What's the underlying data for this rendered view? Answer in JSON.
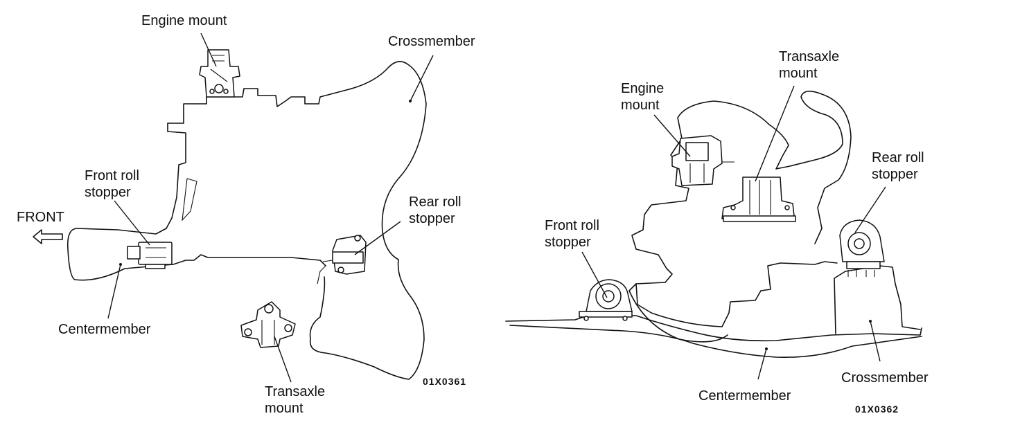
{
  "left_view": {
    "labels": {
      "engine_mount": "Engine mount",
      "crossmember": "Crossmember",
      "front_roll_stopper_l1": "Front roll",
      "front_roll_stopper_l2": "stopper",
      "front": "FRONT",
      "rear_roll_stopper_l1": "Rear roll",
      "rear_roll_stopper_l2": "stopper",
      "centermember": "Centermember",
      "transaxle_mount_l1": "Transaxle",
      "transaxle_mount_l2": "mount"
    },
    "figure_code": "01X0361"
  },
  "right_view": {
    "labels": {
      "transaxle_mount_l1": "Transaxle",
      "transaxle_mount_l2": "mount",
      "engine_mount_l1": "Engine",
      "engine_mount_l2": "mount",
      "rear_roll_stopper_l1": "Rear roll",
      "rear_roll_stopper_l2": "stopper",
      "front_roll_stopper_l1": "Front roll",
      "front_roll_stopper_l2": "stopper",
      "crossmember": "Crossmember",
      "centermember": "Centermember"
    },
    "figure_code": "01X0362"
  },
  "icons": {
    "front_arrow": "left-arrow-icon"
  }
}
